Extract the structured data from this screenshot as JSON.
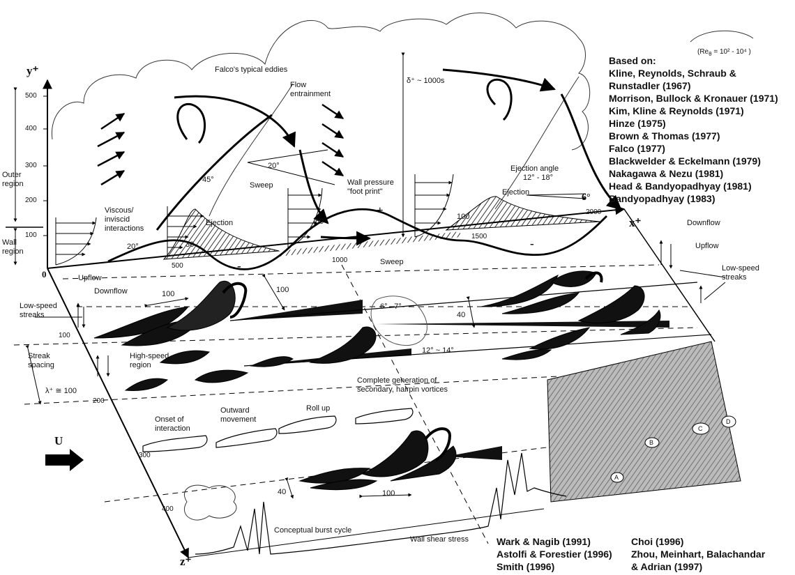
{
  "axes": {
    "y_label": "y⁺",
    "x_label": "x⁺",
    "z_label": "z⁺",
    "origin": "0",
    "y_ticks": [
      "500",
      "400",
      "300",
      "200",
      "100"
    ],
    "x_ticks": [
      "500",
      "1000",
      "1500",
      "2000"
    ],
    "z_ticks": [
      "100",
      "200",
      "300",
      "400"
    ]
  },
  "regions": {
    "outer": [
      "Outer",
      "region"
    ],
    "wall": [
      "Wall",
      "region"
    ]
  },
  "reynolds": "(Re",
  "reynolds_sub": "θ",
  "reynolds_range": " = 10² - 10⁴ )",
  "labels": {
    "falco_eddies": "Falco's typical eddies",
    "flow_entrainment": [
      "Flow",
      "entrainment"
    ],
    "delta": "δ⁺ ~ 1000s",
    "viscous": [
      "Viscous/",
      "inviscid",
      "interactions"
    ],
    "ejection_left": "Ejection",
    "ejection_right": "Ejection",
    "ejection_angle": [
      "Ejection angle",
      "12° - 18°"
    ],
    "sweep_top": "Sweep",
    "sweep_bottom": "Sweep",
    "wall_pressure": [
      "Wall pressure",
      "\"foot print\""
    ],
    "plus": "+",
    "minus_left": "-",
    "minus_right": "-",
    "angle_20_top": "20°",
    "angle_20_left": "20°",
    "angle_45": "45°",
    "angle_30": "30",
    "angle_60": "60",
    "angle_6": "6°",
    "angle_6_7": "6° - 7°",
    "angle_12_14": "12° ~ 14°",
    "h_100": "100",
    "dim_100_a": "100",
    "dim_100_b": "100",
    "dim_40_a": "40",
    "dim_40_b": "40",
    "dim_100_c": "100",
    "downflow_right": "Downflow",
    "upflow_right": "Upflow",
    "low_speed_right": [
      "Low-speed",
      "streaks"
    ],
    "upflow_left": "Upflow",
    "downflow_left": "Downflow",
    "low_speed_left": [
      "Low-speed",
      "streaks"
    ],
    "streak_spacing": [
      "Streak",
      "spacing"
    ],
    "lambda": "λ⁺ ≅ 100",
    "high_speed": [
      "High-speed",
      "region"
    ],
    "complete_generation": [
      "Complete generation of",
      "secondary, hairpin vortices"
    ],
    "onset": [
      "Onset of",
      "interaction"
    ],
    "outward": [
      "Outward",
      "movement"
    ],
    "rollup": "Roll up",
    "velocity": "U",
    "burst_cycle": "Conceptual burst cycle",
    "wall_shear": "Wall shear stress",
    "piv_marks": [
      "A",
      "B",
      "C",
      "D"
    ]
  },
  "references": {
    "heading": "Based on:",
    "items": [
      "Kline, Reynolds, Schraub &",
      "Runstadler (1967)",
      "Morrison, Bullock & Kronauer (1971)",
      "Kim, Kline & Reynolds (1971)",
      "Hinze (1975)",
      "Brown & Thomas (1977)",
      "Falco (1977)",
      "Blackwelder & Eckelmann (1979)",
      "Nakagawa & Nezu (1981)",
      "Head & Bandyopadhyay (1981)",
      "Bandyopadhyay (1983)"
    ]
  },
  "bottom_refs_left": [
    "Wark & Nagib (1991)",
    "Astolfi & Forestier (1996)",
    "Smith (1996)"
  ],
  "bottom_refs_right": [
    "Choi (1996)",
    "Zhou, Meinhart, Balachandar",
    "& Adrian (1997)"
  ]
}
